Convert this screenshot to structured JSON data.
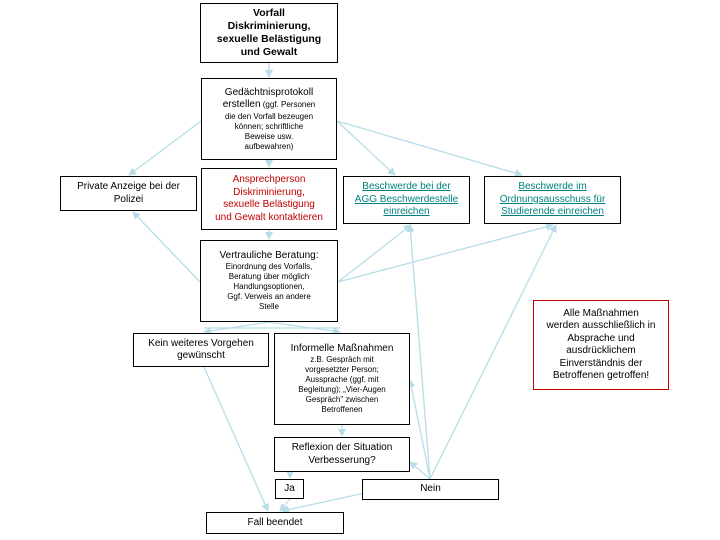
{
  "boxes": {
    "incident": {
      "lines": [
        "Vorfall",
        "Diskriminierung,",
        "sexuelle Belästigung",
        "und Gewalt"
      ]
    },
    "protocol": {
      "line1": "Gedächtnisprotokoll",
      "line2": "erstellen",
      "line2_small": " (ggf. Personen",
      "small_lines": [
        "die den Vorfall bezeugen",
        "können; schriftliche",
        "Beweise usw.",
        "aufbewahren)"
      ]
    },
    "ansprechperson": {
      "lines": [
        "Ansprechperson",
        "Diskriminierung,",
        "sexuelle Belästigung",
        "und Gewalt kontaktieren"
      ]
    },
    "private_anzeige": {
      "lines": [
        "Private Anzeige bei der",
        "Polizei"
      ]
    },
    "agg": {
      "lines": [
        "Beschwerde bei der",
        "AGG Beschwerdestelle",
        "einreichen"
      ]
    },
    "ordnungsausschuss": {
      "lines": [
        "Beschwerde im",
        "Ordnungsausschuss für",
        "Studierende einreichen"
      ]
    },
    "beratung": {
      "title": "Vertrauliche Beratung:",
      "small_lines": [
        "Einordnung des Vorfalls,",
        "Beratung über möglich",
        "Handlungsoptionen,",
        "Ggf. Verweis an andere",
        "Stelle"
      ]
    },
    "kein_weiteres": {
      "lines": [
        "Kein weiteres Vorgehen",
        "gewünscht"
      ]
    },
    "informell": {
      "title": "Informelle Maßnahmen",
      "small_lines": [
        "z.B. Gespräch mit",
        "vorgesetzter Person;",
        "Aussprache (ggf. mit",
        "Begleitung); „Vier-Augen",
        "Gespräch\" zwischen",
        "Betroffenen"
      ]
    },
    "reflexion": {
      "lines": [
        "Reflexion der Situation",
        "Verbesserung?"
      ]
    },
    "ja": {
      "label": "Ja"
    },
    "nein": {
      "label": "Nein"
    },
    "fall_beendet": {
      "label": "Fall beendet"
    },
    "note": {
      "lines": [
        "Alle Maßnahmen",
        "werden ausschließlich in",
        "Absprache und",
        "ausdrücklichem",
        "Einverständnis der",
        "Betroffenen getroffen!"
      ]
    }
  },
  "colors": {
    "arrow": "#b7dde8",
    "note_border": "#c00000",
    "red_text": "#c00000",
    "link_text": "#008080"
  }
}
